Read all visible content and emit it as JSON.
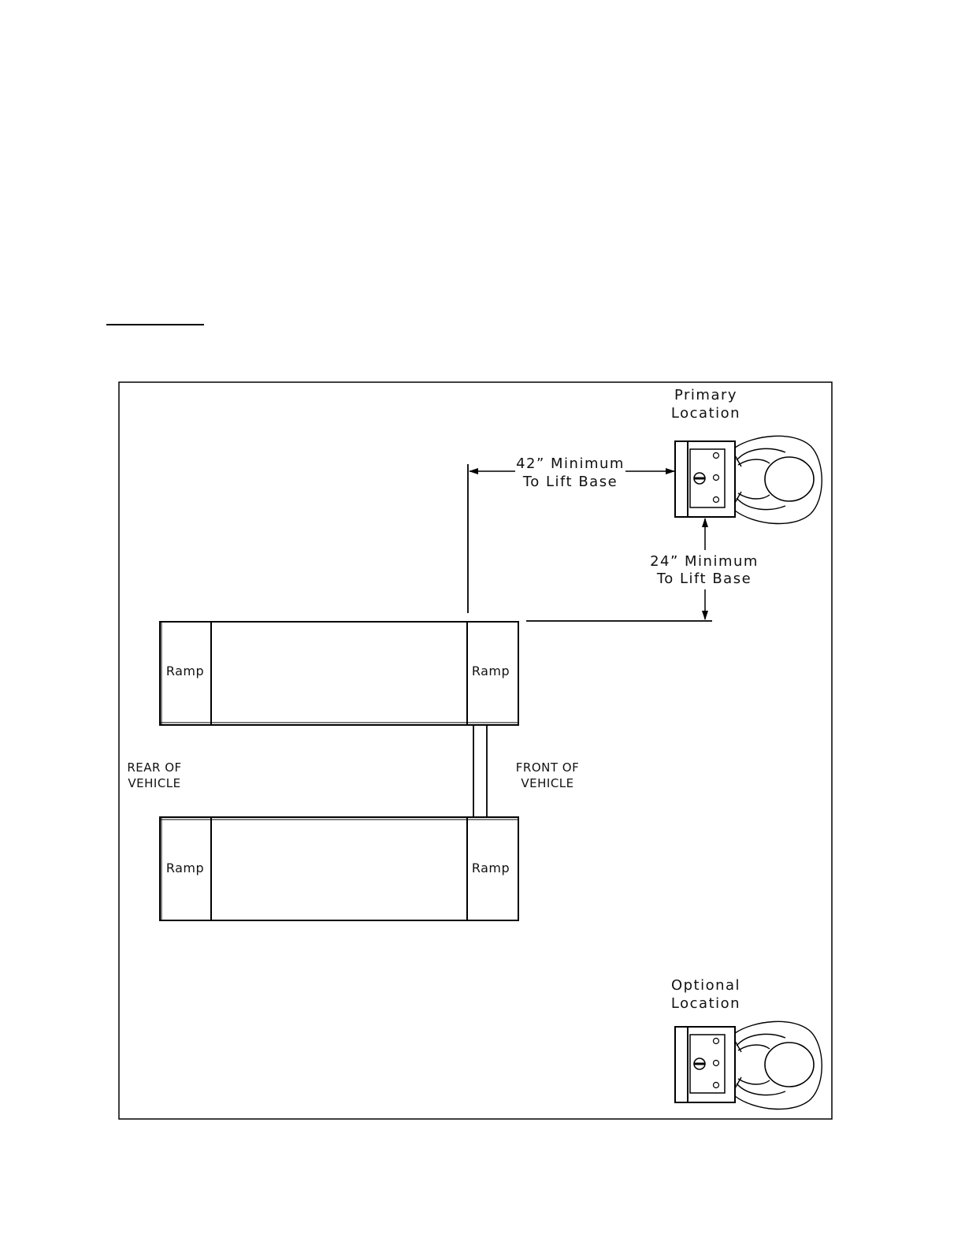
{
  "labels": {
    "primary_line1": "Primary",
    "primary_line2": "Location",
    "optional_line1": "Optional",
    "optional_line2": "Location",
    "dim42_line1": "42” Minimum",
    "dim42_line2": "To Lift Base",
    "dim24_line1": "24” Minimum",
    "dim24_line2": "To Lift Base",
    "ramp": "Ramp",
    "rear_line1": "REAR OF",
    "rear_line2": "VEHICLE",
    "front_line1": "FRONT OF",
    "front_line2": "VEHICLE"
  }
}
